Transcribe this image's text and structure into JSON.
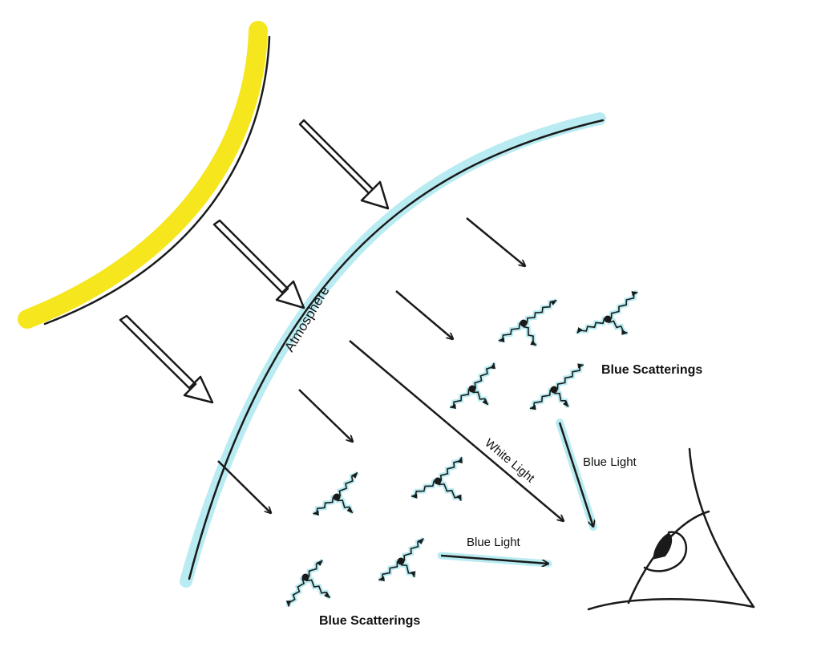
{
  "labels": {
    "atmosphere": "Atmosphere",
    "white_light": "White Light",
    "blue_light_upper": "Blue Light",
    "blue_light_lower": "Blue Light",
    "blue_scatterings_upper": "Blue Scatterings",
    "blue_scatterings_lower": "Blue Scatterings"
  },
  "colors": {
    "sun": "#f5e61e",
    "atmosphere_glow": "#b9ecf2",
    "ink": "#1a1a1a"
  }
}
